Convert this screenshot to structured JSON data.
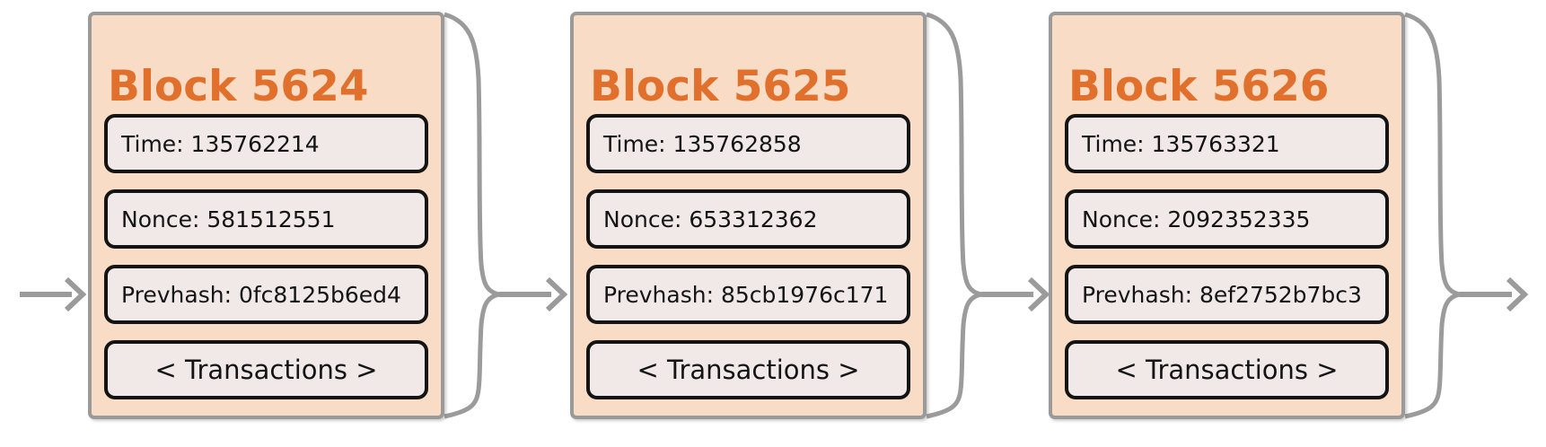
{
  "diagram": {
    "type": "blockchain-chain",
    "blocks": [
      {
        "title": "Block 5624",
        "time": "Time: 135762214",
        "nonce": "Nonce: 581512551",
        "prevhash": "Prevhash: 0fc8125b6ed4",
        "transactions": "< Transactions >"
      },
      {
        "title": "Block 5625",
        "time": "Time: 135762858",
        "nonce": "Nonce: 653312362",
        "prevhash": "Prevhash: 85cb1976c171",
        "transactions": "< Transactions >"
      },
      {
        "title": "Block 5626",
        "time": "Time: 135763321",
        "nonce": "Nonce: 2092352335",
        "prevhash": "Prevhash: 8ef2752b7bc3",
        "transactions": "< Transactions >"
      }
    ],
    "colors": {
      "block_fill": "#f8dcc6",
      "block_border": "#9a9a9a",
      "field_fill": "#f0e9e7",
      "field_border": "#141414",
      "title_color": "#e0702c",
      "connector_color": "#9b9b9b"
    }
  }
}
